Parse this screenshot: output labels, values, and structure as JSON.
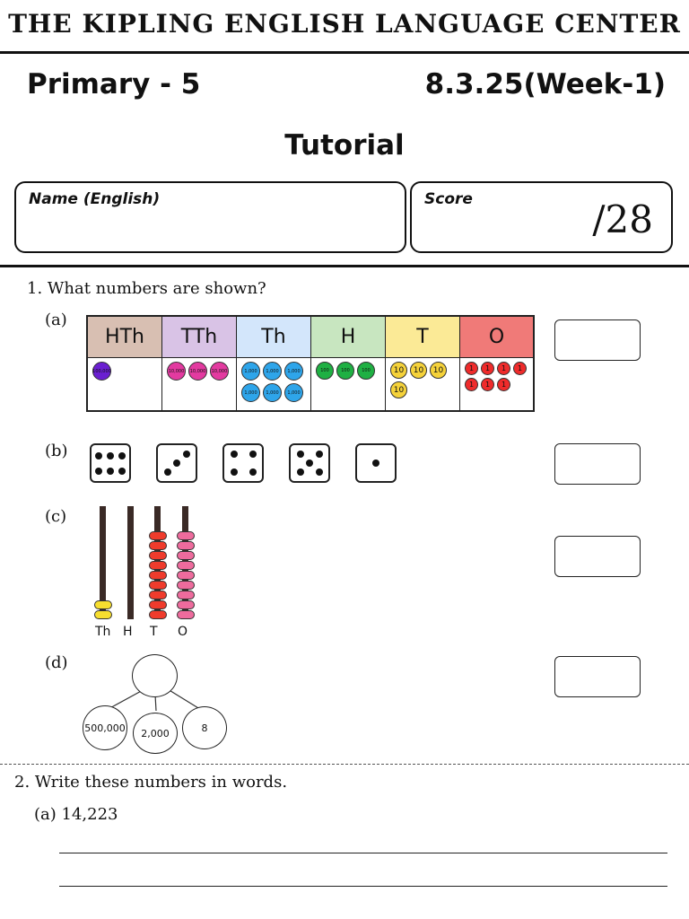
{
  "header": {
    "school": "THE KIPLING ENGLISH LANGUAGE CENTER",
    "grade": "Primary - 5",
    "date": "8.3.25(Week-1)",
    "title": "Tutorial"
  },
  "name_box": {
    "label": "Name (English)"
  },
  "score_box": {
    "label": "Score",
    "total": "/28"
  },
  "q1": {
    "prompt": "1. What numbers are shown?",
    "a": {
      "label": "(a)",
      "columns": [
        {
          "head": "HTh",
          "color": "#d8bfb2",
          "disc_color": "#6a1fd1",
          "disc_label": "100,000",
          "count": 1
        },
        {
          "head": "TTh",
          "color": "#d9c3e6",
          "disc_color": "#e33aa0",
          "disc_label": "10,000",
          "count": 3
        },
        {
          "head": "Th",
          "color": "#d3e6fb",
          "disc_color": "#2ea5ea",
          "disc_label": "1,000",
          "count": 6
        },
        {
          "head": "H",
          "color": "#c8e6c0",
          "disc_color": "#1fb043",
          "disc_label": "100",
          "count": 3
        },
        {
          "head": "T",
          "color": "#fbea96",
          "disc_color": "#f5d23a",
          "disc_label": "10",
          "count": 4
        },
        {
          "head": "O",
          "color": "#f07a78",
          "disc_color": "#ef2b2b",
          "disc_label": "1",
          "count": 7
        }
      ]
    },
    "b": {
      "label": "(b)",
      "dice": [
        6,
        3,
        4,
        5,
        1
      ]
    },
    "c": {
      "label": "(c)",
      "place_labels": [
        "Th",
        "H",
        "T",
        "O"
      ],
      "beads": [
        2,
        0,
        9,
        9
      ],
      "bead_colors": [
        "#f7de2f",
        "#555555",
        "#ef3b2c",
        "#ee6b9d"
      ]
    },
    "d": {
      "label": "(d)",
      "parts": [
        "500,000",
        "2,000",
        "8"
      ]
    }
  },
  "q2": {
    "prompt": "2. Write these numbers in words.",
    "a": "(a) 14,223"
  }
}
